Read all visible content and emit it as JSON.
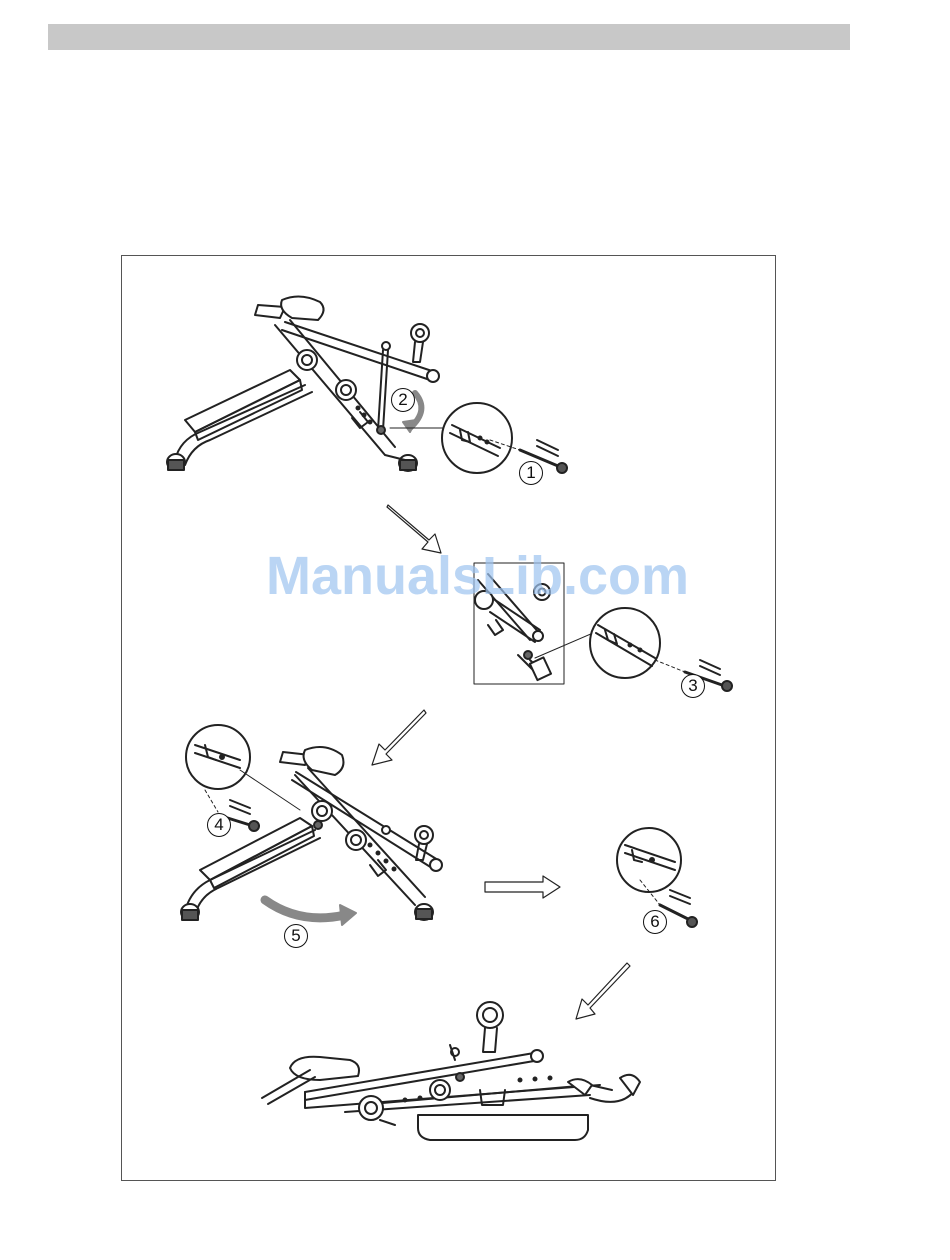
{
  "header": {
    "bar_color": "#c8c8c8"
  },
  "watermark": {
    "text": "ManualsLib.com",
    "color": "#9ec4f0"
  },
  "steps": {
    "s1": "1",
    "s2": "2",
    "s3": "3",
    "s4": "4",
    "s5": "5",
    "s6": "6"
  },
  "illustration": {
    "subject": "fitness bench folding sequence",
    "icons": [
      "locking-pin-icon",
      "rotation-arrow-icon",
      "flow-arrow-icon",
      "detail-magnifier-icon"
    ]
  }
}
